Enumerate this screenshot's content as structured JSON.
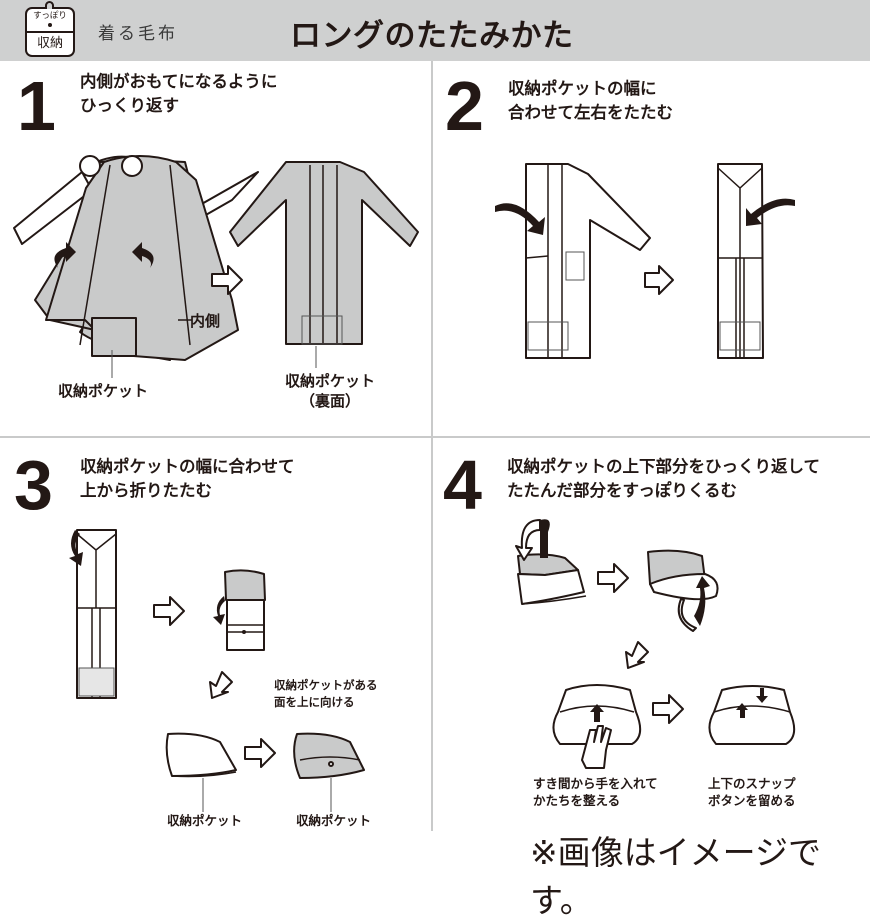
{
  "header": {
    "badge_top": "すっぽり",
    "badge_bottom": "収納",
    "subtitle": "着る毛布",
    "title": "ロングのたたみかた",
    "background_color": "#cfd0d0"
  },
  "steps": [
    {
      "number": "1",
      "line1": "内側がおもてになるように",
      "line2": "ひっくり返す",
      "labels": {
        "inside": "内側",
        "pocket": "収納ポケット",
        "pocket_back_1": "収納ポケット",
        "pocket_back_2": "（裏面）"
      }
    },
    {
      "number": "2",
      "line1": "収納ポケットの幅に",
      "line2": "合わせて左右をたたむ"
    },
    {
      "number": "3",
      "line1": "収納ポケットの幅に合わせて",
      "line2": "上から折りたたむ",
      "labels": {
        "hint_1": "収納ポケットがある",
        "hint_2": "面を上に向ける",
        "pocket_a": "収納ポケット",
        "pocket_b": "収納ポケット"
      }
    },
    {
      "number": "4",
      "line1": "収納ポケットの上下部分をひっくり返して",
      "line2": "たたんだ部分をすっぽりくるむ",
      "labels": {
        "hand_1": "すき間から手を入れて",
        "hand_2": "かたちを整える",
        "snap_1": "上下のスナップ",
        "snap_2": "ボタンを留める"
      }
    }
  ],
  "footer": {
    "note": "※画像はイメージです。"
  },
  "colors": {
    "ink": "#231815",
    "garment_gray": "#c9caca",
    "divider": "#c9caca"
  }
}
